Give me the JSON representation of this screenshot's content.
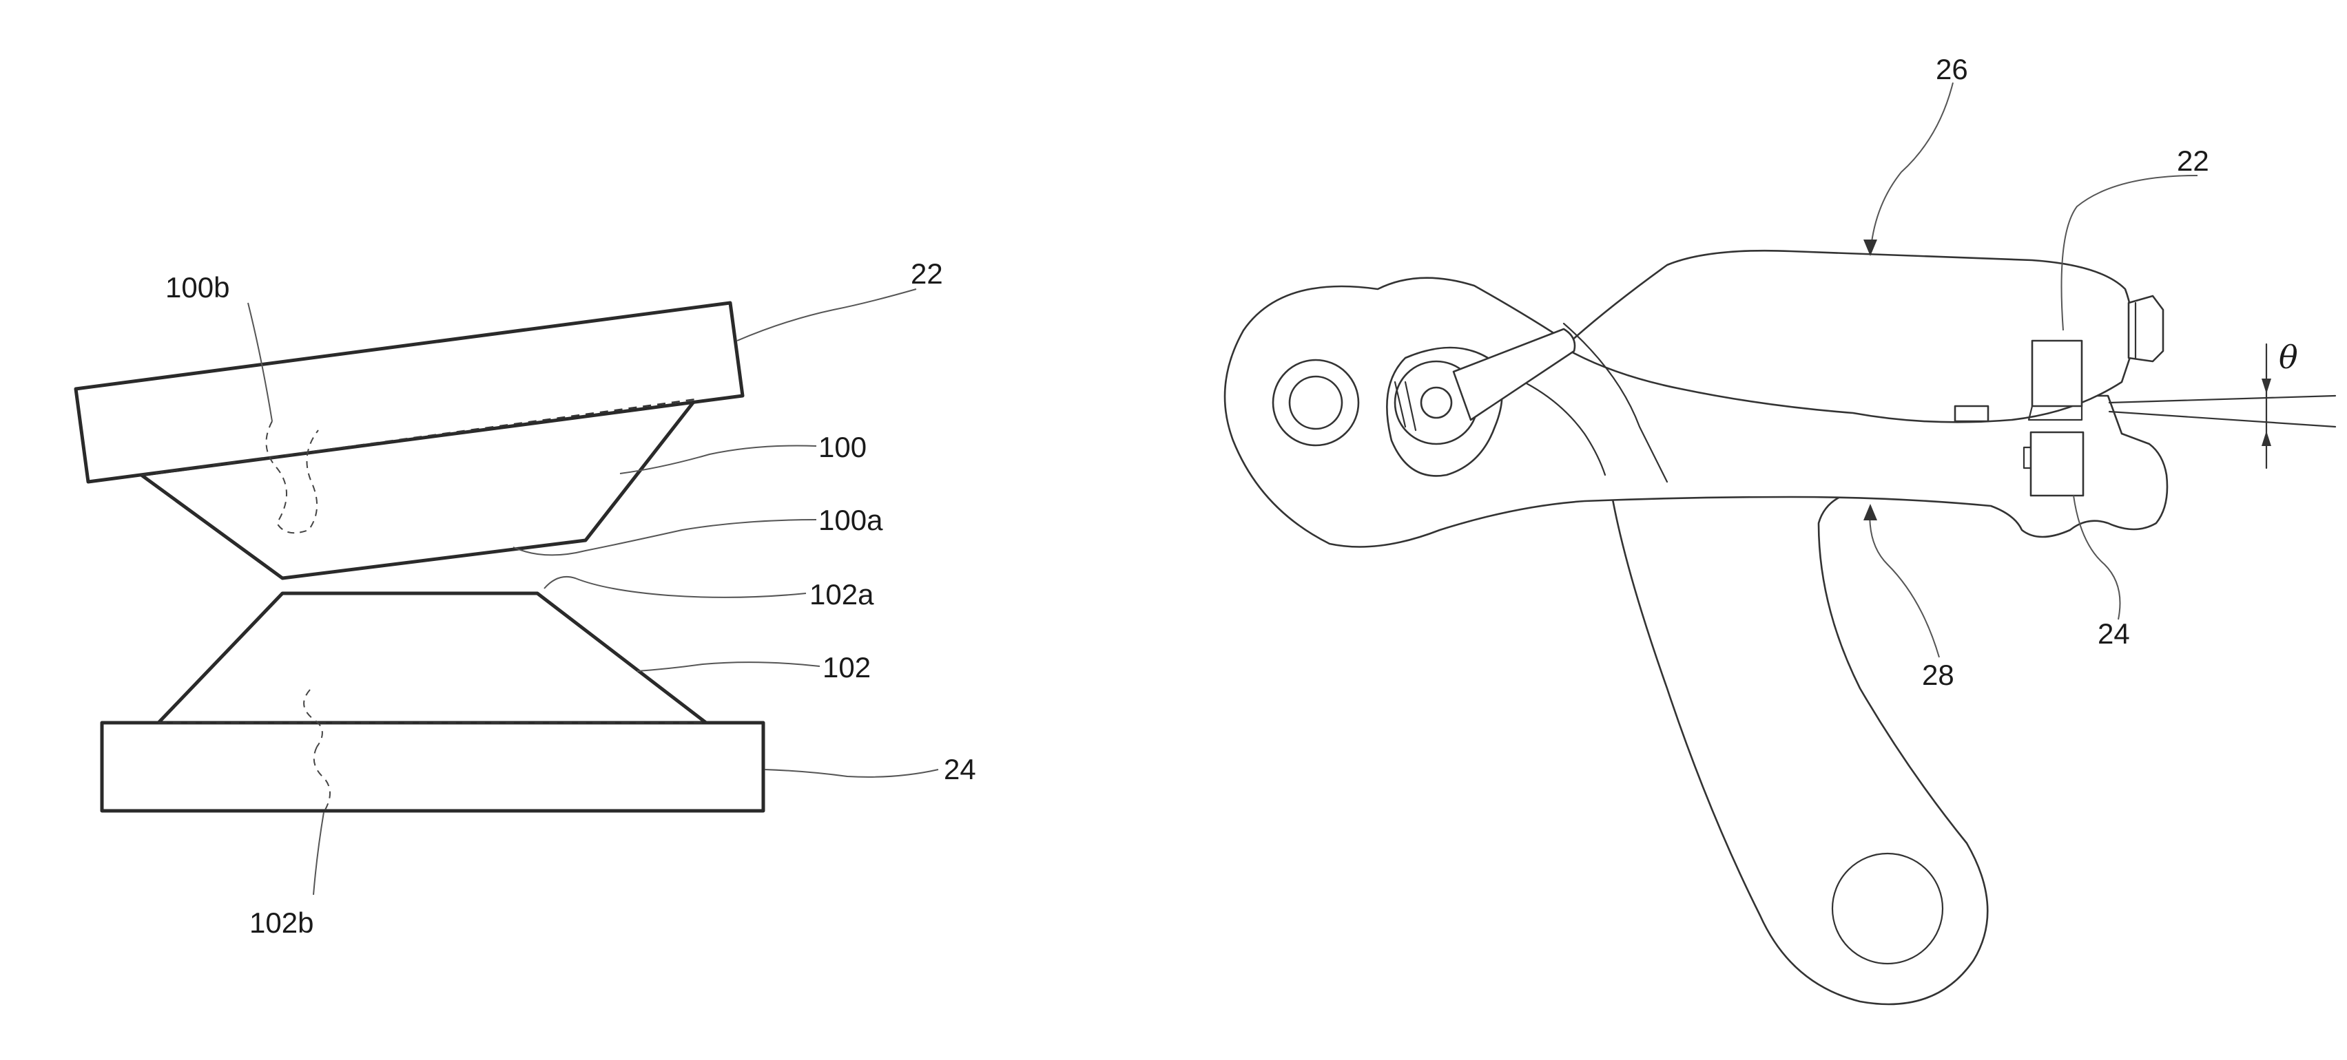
{
  "figure_left": {
    "labels": {
      "ref_22": "22",
      "ref_100b": "100b",
      "ref_100": "100",
      "ref_100a": "100a",
      "ref_102a": "102a",
      "ref_102": "102",
      "ref_24": "24",
      "ref_102b": "102b"
    }
  },
  "figure_right": {
    "labels": {
      "ref_26": "26",
      "ref_22": "22",
      "ref_theta": "θ",
      "ref_24": "24",
      "ref_28": "28"
    }
  },
  "colors": {
    "line": "#2a2a2a",
    "background": "#ffffff"
  }
}
